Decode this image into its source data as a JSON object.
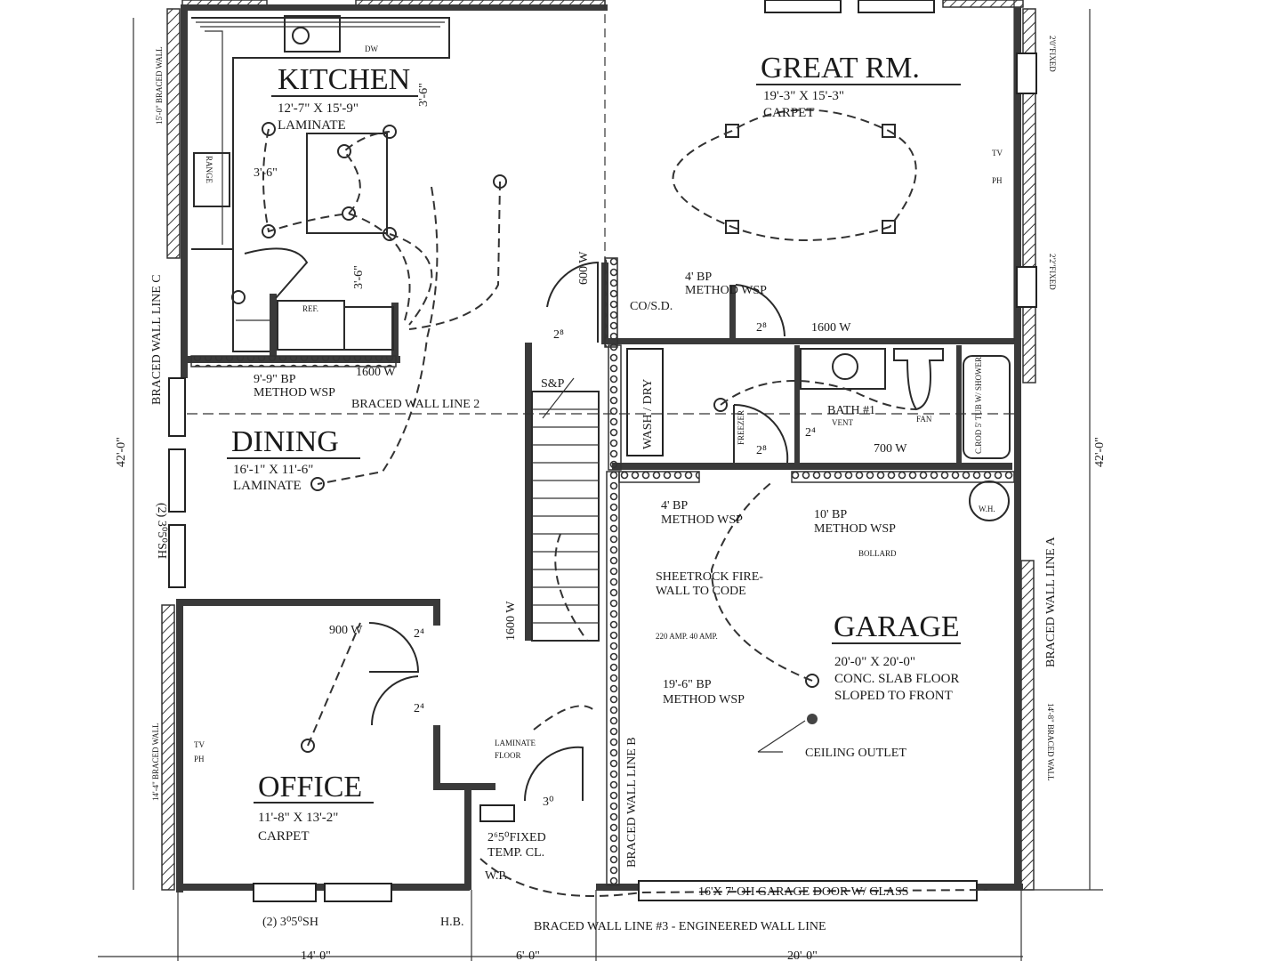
{
  "plan": {
    "rooms": {
      "kitchen": {
        "name": "KITCHEN",
        "size": "12'-7\" X 15'-9\"",
        "floor": "LAMINATE"
      },
      "great_room": {
        "name": "GREAT RM.",
        "size": "19'-3\" X 15'-3\"",
        "floor": "CARPET"
      },
      "dining": {
        "name": "DINING",
        "size": "16'-1\" X 11'-6\"",
        "floor": "LAMINATE"
      },
      "office": {
        "name": "OFFICE",
        "size": "11'-8\" X 13'-2\"",
        "floor": "CARPET"
      },
      "garage": {
        "name": "GARAGE",
        "size": "20'-0\" X 20'-0\"",
        "floor": "CONC. SLAB FLOOR",
        "floor2": "SLOPED TO FRONT"
      },
      "bath": {
        "name": "BATH #1",
        "vent": "VENT",
        "fan": "FAN"
      }
    },
    "notes": {
      "dw": "DW",
      "range": "RANGE",
      "ref": "REF.",
      "dim_3_6a": "3'-6\"",
      "dim_3_6b": "3'-6\"",
      "dim_3_6c": "3'-6\"",
      "w600": "600 W",
      "w1600_top": "1600 W",
      "w1600_stair": "1600 W",
      "w1600_kitchen": "1600 W",
      "w900": "900 W",
      "w700": "700 W",
      "bp_9_9": "9'-9\" BP",
      "method_wsp_1": "METHOD WSP",
      "bp_4_top": "4' BP",
      "method_wsp_2": "METHOD WSP",
      "bp_4_garage": "4' BP",
      "method_wsp_3": "METHOD WSP",
      "bp_10": "10' BP",
      "method_wsp_4": "METHOD WSP",
      "bp_19_6": "19'-6\" BP",
      "method_wsp_5": "METHOD WSP",
      "co_sd": "CO/S.D.",
      "sp": "S&P",
      "wash_dry": "WASH / DRY",
      "freezer": "FREEZER",
      "tub": "C.ROD 5' TUB W/ SHOWER",
      "wh": "W.H.",
      "bollard": "BOLLARD",
      "sheetrock": "SHEETROCK FIRE-",
      "sheetrock2": "WALL TO CODE",
      "amp": "220 AMP. 40 AMP.",
      "ceiling_outlet": "CEILING OUTLET",
      "garage_door": "16'X 7' OH GARAGE DOOR W/ GLASS",
      "laminate_floor": "LAMINATE",
      "laminate_floor2": "FLOOR",
      "fixed_window": "2⁶5⁰FIXED",
      "temp_cl": "TEMP. CL.",
      "wp": "W.P.",
      "hb": "H.B.",
      "office_window": "(2) 3⁰5⁰SH",
      "dining_window": "(2) 3⁰5⁰SH",
      "fixed_2_0_a": "2'0\"FIXED",
      "fixed_2_2_b": "2'2\"FIXED",
      "tv": "TV",
      "ph": "PH",
      "tv_office": "TV",
      "ph_office": "PH",
      "door_24a": "2⁴",
      "door_24b": "2⁴",
      "door_28": "2⁸",
      "door_24c": "2⁴",
      "door_28b": "2⁸",
      "door_30": "3⁰",
      "door_28c": "2⁸",
      "braced_wall_c_note": "15'-0\" BRACED WALL",
      "braced_wall_office_note": "14'-4\" BRACED WALL",
      "braced_wall_garage_note": "14'-8\" BRACED WALL"
    },
    "wall_lines": {
      "line_c": "BRACED WALL LINE C",
      "line_2": "BRACED WALL LINE 2",
      "line_b": "BRACED WALL LINE B",
      "line_a": "BRACED WALL LINE A",
      "line_3": "BRACED WALL LINE #3 - ENGINEERED WALL LINE"
    },
    "dimensions": {
      "left_total": "42'-0\"",
      "right_total": "42'-0\"",
      "bottom_1": "14'-0\"",
      "bottom_2": "6'-0\"",
      "bottom_3": "20'-0\""
    }
  }
}
